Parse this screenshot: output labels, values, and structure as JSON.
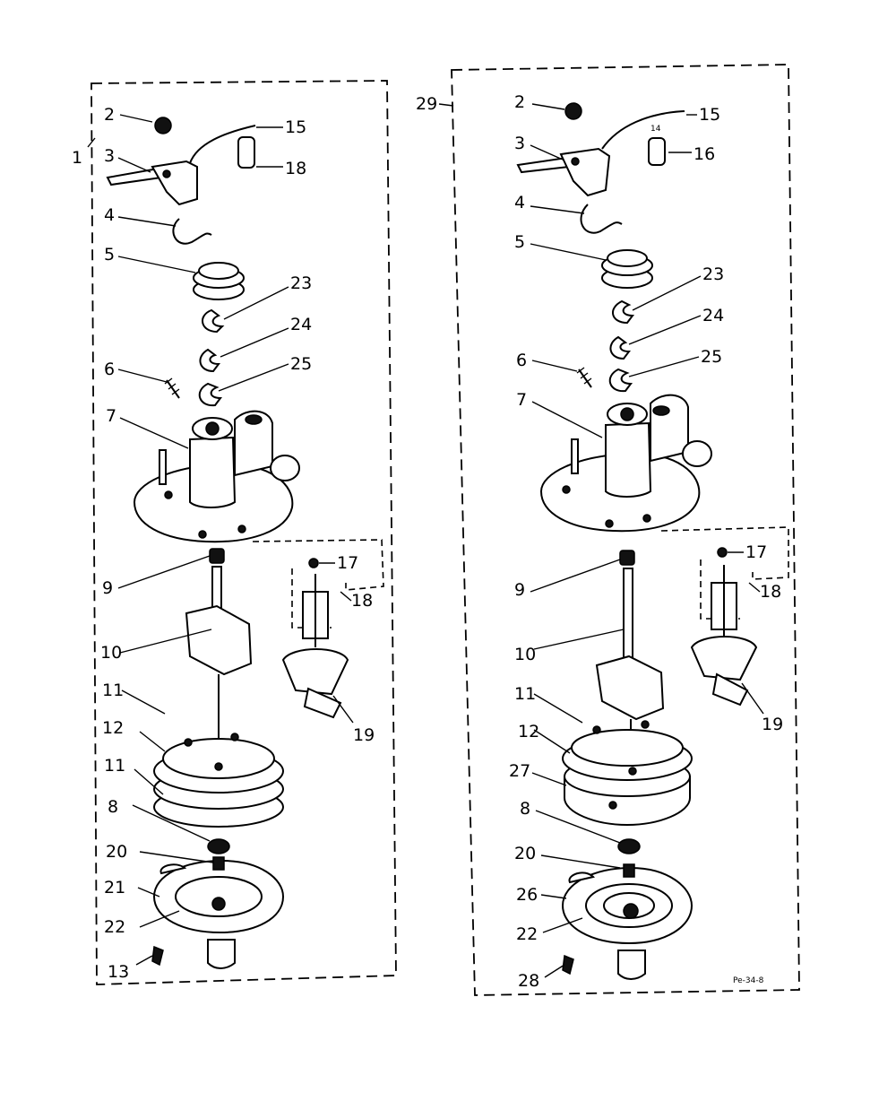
{
  "left_assembly": {
    "assembly_label": "1",
    "callouts": [
      "2",
      "3",
      "4",
      "5",
      "6",
      "7",
      "9",
      "10",
      "11",
      "12",
      "11",
      "8",
      "20",
      "21",
      "22",
      "13",
      "15",
      "18",
      "23",
      "24",
      "25",
      "17",
      "18",
      "19"
    ]
  },
  "right_assembly": {
    "assembly_label": "29",
    "callouts": [
      "2",
      "3",
      "4",
      "5",
      "6",
      "7",
      "9",
      "10",
      "11",
      "12",
      "27",
      "8",
      "20",
      "26",
      "22",
      "28",
      "15",
      "16",
      "23",
      "24",
      "25",
      "17",
      "18",
      "19"
    ],
    "small_marks": [
      "14"
    ],
    "drawing_code": "Pe-34-8"
  }
}
